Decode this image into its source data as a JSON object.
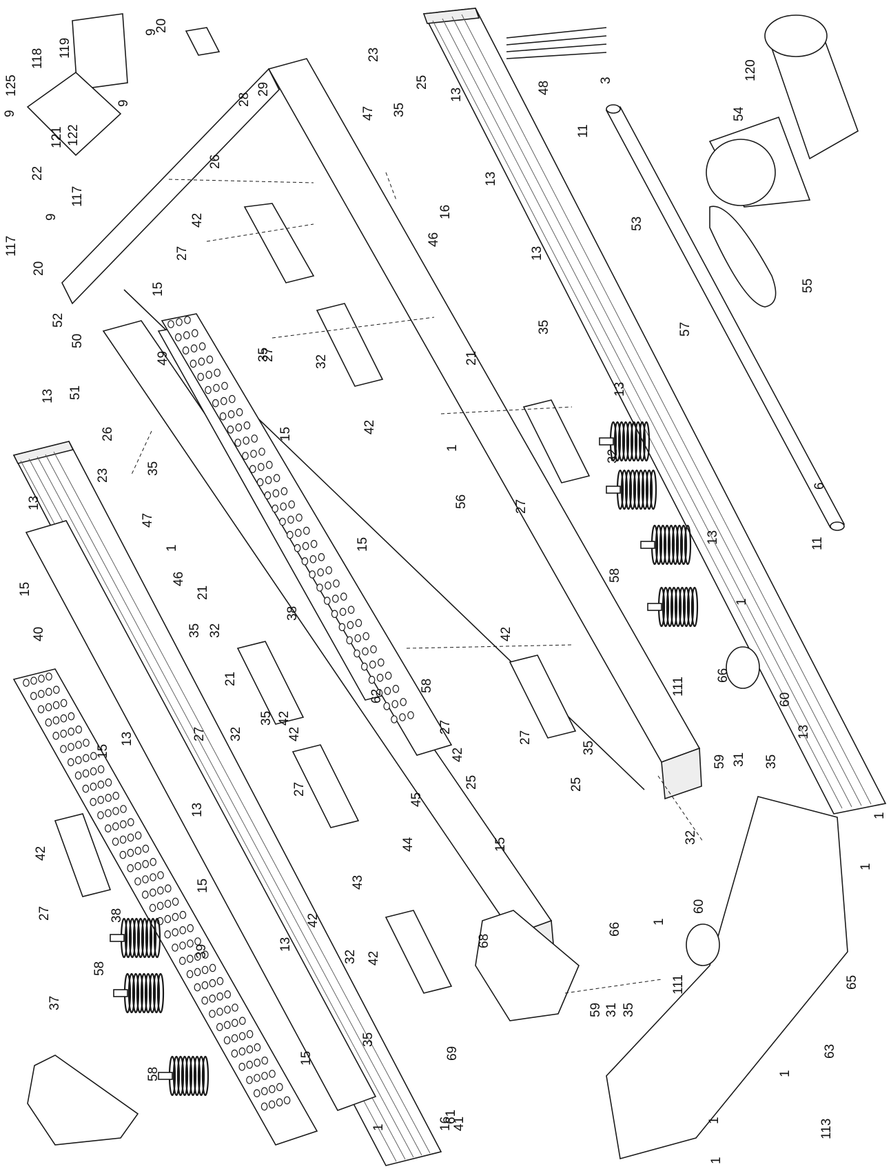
{
  "diagram": {
    "colors": {
      "line": "#1a1a1a",
      "paper": "#ffffff",
      "shade": "#eeeeee"
    },
    "callouts": [
      {
        "id": "c1",
        "text": "20"
      },
      {
        "id": "c2",
        "text": "9"
      },
      {
        "id": "c3",
        "text": "119"
      },
      {
        "id": "c4",
        "text": "118"
      },
      {
        "id": "c5",
        "text": "125"
      },
      {
        "id": "c6",
        "text": "9"
      },
      {
        "id": "c7",
        "text": "121"
      },
      {
        "id": "c8",
        "text": "122"
      },
      {
        "id": "c9",
        "text": "9"
      },
      {
        "id": "c10",
        "text": "22"
      },
      {
        "id": "c11",
        "text": "9"
      },
      {
        "id": "c12",
        "text": "117"
      },
      {
        "id": "c13",
        "text": "117"
      },
      {
        "id": "c14",
        "text": "20"
      },
      {
        "id": "c15",
        "text": "52"
      },
      {
        "id": "c16",
        "text": "50"
      },
      {
        "id": "c17",
        "text": "13"
      },
      {
        "id": "c18",
        "text": "51"
      },
      {
        "id": "c19",
        "text": "49"
      },
      {
        "id": "c20",
        "text": "26"
      },
      {
        "id": "c21",
        "text": "23"
      },
      {
        "id": "c22",
        "text": "35"
      },
      {
        "id": "c23",
        "text": "47"
      },
      {
        "id": "c24",
        "text": "13"
      },
      {
        "id": "c25",
        "text": "1"
      },
      {
        "id": "c26",
        "text": "46"
      },
      {
        "id": "c27",
        "text": "21"
      },
      {
        "id": "c28",
        "text": "15"
      },
      {
        "id": "c29",
        "text": "40"
      },
      {
        "id": "c30",
        "text": "35"
      },
      {
        "id": "c31",
        "text": "32"
      },
      {
        "id": "c32",
        "text": "21"
      },
      {
        "id": "c33",
        "text": "27"
      },
      {
        "id": "c34",
        "text": "32"
      },
      {
        "id": "c35",
        "text": "42"
      },
      {
        "id": "c36",
        "text": "13"
      },
      {
        "id": "c37",
        "text": "15"
      },
      {
        "id": "c38",
        "text": "42"
      },
      {
        "id": "c39",
        "text": "27"
      },
      {
        "id": "c40",
        "text": "38"
      },
      {
        "id": "c41",
        "text": "58"
      },
      {
        "id": "c42",
        "text": "37"
      },
      {
        "id": "c43",
        "text": "58"
      },
      {
        "id": "c44",
        "text": "39"
      },
      {
        "id": "c45",
        "text": "13"
      },
      {
        "id": "c46",
        "text": "15"
      },
      {
        "id": "c47",
        "text": "13"
      },
      {
        "id": "c48",
        "text": "15"
      },
      {
        "id": "c49",
        "text": "1"
      },
      {
        "id": "c50",
        "text": "41"
      },
      {
        "id": "c51",
        "text": "23"
      },
      {
        "id": "c52",
        "text": "28"
      },
      {
        "id": "c53",
        "text": "29"
      },
      {
        "id": "c54",
        "text": "47"
      },
      {
        "id": "c55",
        "text": "35"
      },
      {
        "id": "c56",
        "text": "26"
      },
      {
        "id": "c57",
        "text": "42"
      },
      {
        "id": "c58",
        "text": "27"
      },
      {
        "id": "c59",
        "text": "15"
      },
      {
        "id": "c60",
        "text": "27"
      },
      {
        "id": "c61",
        "text": "35"
      },
      {
        "id": "c62",
        "text": "32"
      },
      {
        "id": "c63",
        "text": "42"
      },
      {
        "id": "c64",
        "text": "15"
      },
      {
        "id": "c65",
        "text": "38"
      },
      {
        "id": "c66",
        "text": "15"
      },
      {
        "id": "c67",
        "text": "62"
      },
      {
        "id": "c68",
        "text": "35"
      },
      {
        "id": "c69",
        "text": "42"
      },
      {
        "id": "c70",
        "text": "27"
      },
      {
        "id": "c71",
        "text": "42"
      },
      {
        "id": "c72",
        "text": "43"
      },
      {
        "id": "c73",
        "text": "45"
      },
      {
        "id": "c74",
        "text": "44"
      },
      {
        "id": "c75",
        "text": "32"
      },
      {
        "id": "c76",
        "text": "42"
      },
      {
        "id": "c77",
        "text": "35"
      },
      {
        "id": "c78",
        "text": "27"
      },
      {
        "id": "c79",
        "text": "25"
      },
      {
        "id": "c80",
        "text": "15"
      },
      {
        "id": "c81",
        "text": "68"
      },
      {
        "id": "c82",
        "text": "69"
      },
      {
        "id": "c83",
        "text": "61"
      },
      {
        "id": "c84",
        "text": "25"
      },
      {
        "id": "c85",
        "text": "16"
      },
      {
        "id": "c86",
        "text": "13"
      },
      {
        "id": "c87",
        "text": "46"
      },
      {
        "id": "c88",
        "text": "21"
      },
      {
        "id": "c89",
        "text": "1"
      },
      {
        "id": "c90",
        "text": "56"
      },
      {
        "id": "c91",
        "text": "27"
      },
      {
        "id": "c92",
        "text": "35"
      },
      {
        "id": "c93",
        "text": "32"
      },
      {
        "id": "c94",
        "text": "42"
      },
      {
        "id": "c95",
        "text": "58"
      },
      {
        "id": "c96",
        "text": "42"
      },
      {
        "id": "c97",
        "text": "27"
      },
      {
        "id": "c98",
        "text": "35"
      },
      {
        "id": "c99",
        "text": "32"
      },
      {
        "id": "c100",
        "text": "25"
      },
      {
        "id": "c101",
        "text": "16"
      },
      {
        "id": "c102",
        "text": "48"
      },
      {
        "id": "c103",
        "text": "13"
      },
      {
        "id": "c104",
        "text": "3"
      },
      {
        "id": "c105",
        "text": "11"
      },
      {
        "id": "c106",
        "text": "13"
      },
      {
        "id": "c107",
        "text": "53"
      },
      {
        "id": "c108",
        "text": "57"
      },
      {
        "id": "c109",
        "text": "13"
      },
      {
        "id": "c110",
        "text": "58"
      },
      {
        "id": "c111",
        "text": "13"
      },
      {
        "id": "c112",
        "text": "1"
      },
      {
        "id": "c113",
        "text": "66"
      },
      {
        "id": "c114",
        "text": "111"
      },
      {
        "id": "c115",
        "text": "60"
      },
      {
        "id": "c116",
        "text": "59"
      },
      {
        "id": "c117",
        "text": "31"
      },
      {
        "id": "c118",
        "text": "35"
      },
      {
        "id": "c119",
        "text": "13"
      },
      {
        "id": "c120",
        "text": "6"
      },
      {
        "id": "c121",
        "text": "11"
      },
      {
        "id": "c122",
        "text": "120"
      },
      {
        "id": "c123",
        "text": "54"
      },
      {
        "id": "c124",
        "text": "55"
      },
      {
        "id": "c125",
        "text": "1"
      },
      {
        "id": "c126",
        "text": "1"
      },
      {
        "id": "c127",
        "text": "66"
      },
      {
        "id": "c128",
        "text": "60"
      },
      {
        "id": "c129",
        "text": "1"
      },
      {
        "id": "c130",
        "text": "111"
      },
      {
        "id": "c131",
        "text": "59"
      },
      {
        "id": "c132",
        "text": "31"
      },
      {
        "id": "c133",
        "text": "35"
      },
      {
        "id": "c134",
        "text": "65"
      },
      {
        "id": "c135",
        "text": "63"
      },
      {
        "id": "c136",
        "text": "1"
      },
      {
        "id": "c137",
        "text": "113"
      },
      {
        "id": "c138",
        "text": "1"
      },
      {
        "id": "c139",
        "text": "1"
      }
    ]
  }
}
